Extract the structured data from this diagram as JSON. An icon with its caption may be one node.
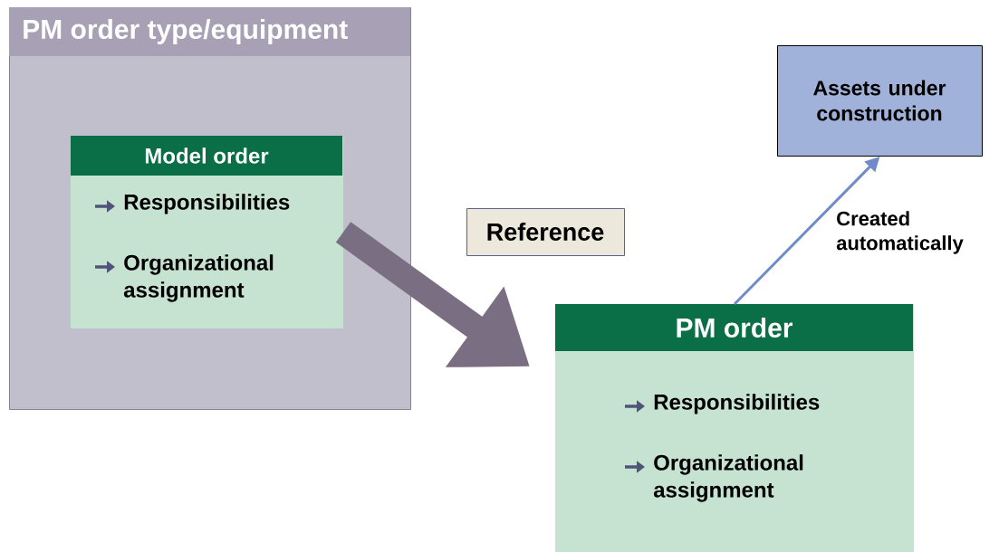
{
  "diagram": {
    "nodes": [
      {
        "text": [
          "PM order type/equipment"
        ]
      },
      {
        "text": [
          "Model order",
          "Responsibilities",
          "Organizational assignment"
        ],
        "in": 0
      },
      {
        "text": [
          "Reference"
        ]
      },
      {
        "text": [
          "PM order",
          "Responsibilities",
          "Organizational assignment"
        ]
      },
      {
        "text": [
          "Assets under construction"
        ]
      }
    ],
    "edges": [
      {
        "from": 1,
        "to": 3,
        "arrow": "to",
        "style": "thick",
        "color": "#7a6e82"
      },
      {
        "from": 3,
        "to": 4,
        "arrow": "to",
        "label": "Created automatically",
        "color": "#6f8cc8"
      }
    ]
  }
}
